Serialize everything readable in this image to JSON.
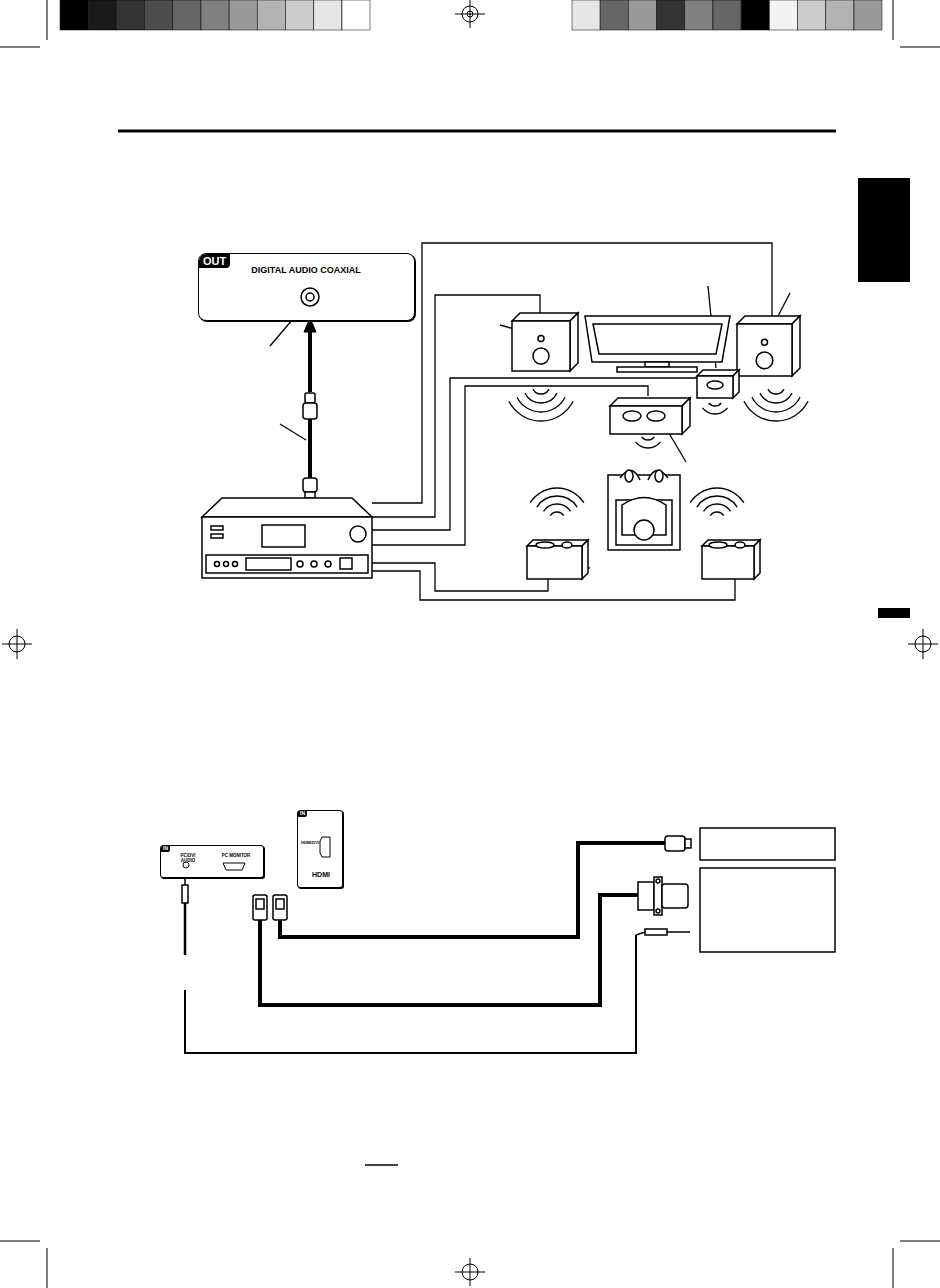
{
  "diagram": {
    "nodes": [
      {
        "text": [
          "OUT",
          "DIGITAL AUDIO COAXIAL"
        ]
      },
      {
        "text": [
          "IN",
          "PC/DVI AUDIO",
          "PC MONITOR"
        ]
      },
      {
        "text": [
          "IN",
          "HDMI/DVI",
          "HDMI"
        ]
      }
    ]
  }
}
